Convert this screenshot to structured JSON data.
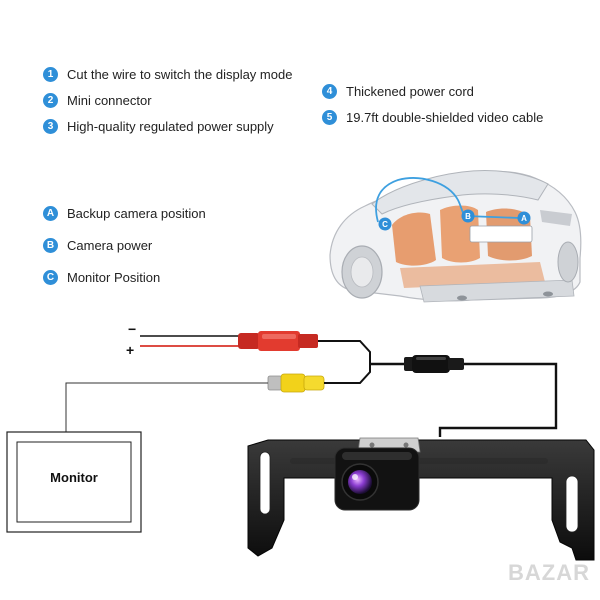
{
  "features_left": [
    {
      "marker": "1",
      "label": "Cut the wire to switch the display mode"
    },
    {
      "marker": "2",
      "label": "Mini connector"
    },
    {
      "marker": "3",
      "label": "High-quality regulated power supply"
    }
  ],
  "features_right": [
    {
      "marker": "4",
      "label": "Thickened power cord"
    },
    {
      "marker": "5",
      "label": "19.7ft double-shielded video cable"
    }
  ],
  "positions": [
    {
      "marker": "A",
      "label": "Backup camera position"
    },
    {
      "marker": "B",
      "label": "Camera power"
    },
    {
      "marker": "C",
      "label": "Monitor Position"
    }
  ],
  "car_markers": {
    "a": "A",
    "b": "B",
    "c": "C"
  },
  "wiring": {
    "minus": "−",
    "plus": "+"
  },
  "monitor": {
    "label": "Monitor"
  },
  "watermark": "BAZAR",
  "colors": {
    "accent": "#2f8fd8",
    "red_wire": "#d8322a",
    "yellow_plug": "#f2d21a",
    "cable": "#111111"
  }
}
